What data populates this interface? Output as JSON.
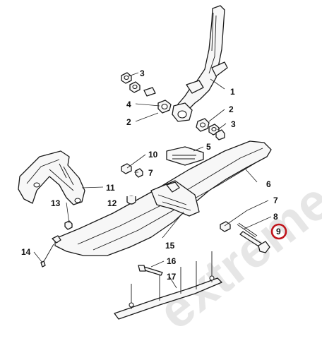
{
  "callouts": [
    {
      "id": "1",
      "label": "1"
    },
    {
      "id": "2a",
      "label": "2"
    },
    {
      "id": "2b",
      "label": "2"
    },
    {
      "id": "3a",
      "label": "3"
    },
    {
      "id": "3b",
      "label": "3"
    },
    {
      "id": "4",
      "label": "4"
    },
    {
      "id": "5",
      "label": "5"
    },
    {
      "id": "6",
      "label": "6"
    },
    {
      "id": "7a",
      "label": "7"
    },
    {
      "id": "7b",
      "label": "7"
    },
    {
      "id": "8",
      "label": "8"
    },
    {
      "id": "9",
      "label": "9"
    },
    {
      "id": "10",
      "label": "10"
    },
    {
      "id": "11",
      "label": "11"
    },
    {
      "id": "12",
      "label": "12"
    },
    {
      "id": "13",
      "label": "13"
    },
    {
      "id": "14",
      "label": "14"
    },
    {
      "id": "15",
      "label": "15"
    },
    {
      "id": "16",
      "label": "16"
    },
    {
      "id": "17",
      "label": "17"
    }
  ],
  "highlight": {
    "callout": "9",
    "color": "#c0141b"
  },
  "watermark": "extreme"
}
